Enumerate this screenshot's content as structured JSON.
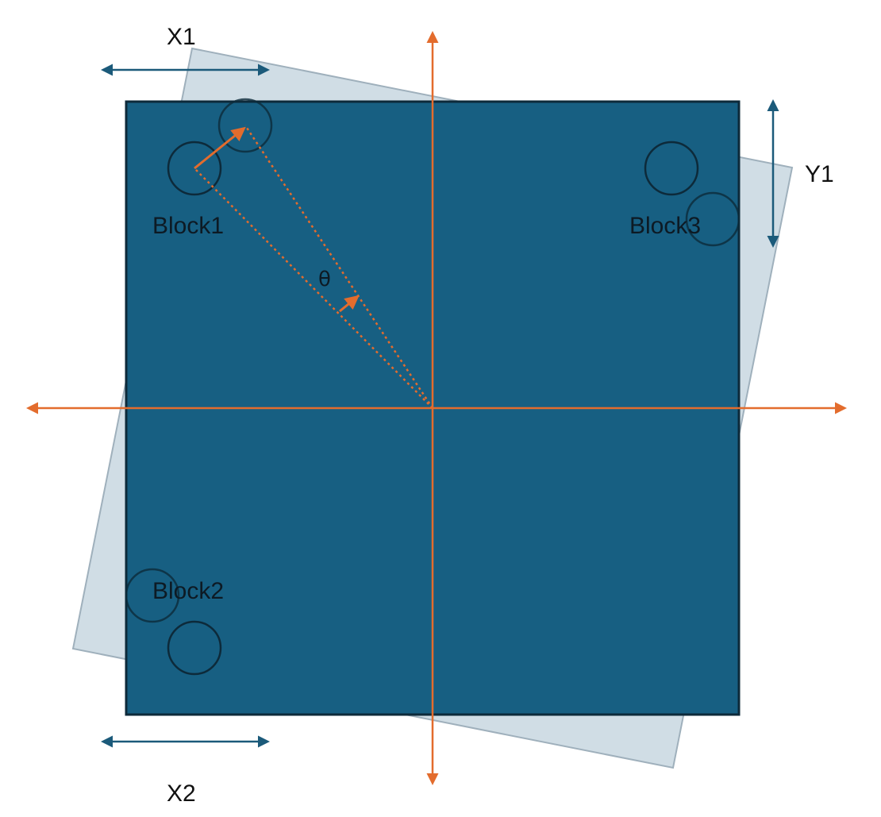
{
  "labels": {
    "x1": "X1",
    "x2": "X2",
    "y1": "Y1",
    "block1": "Block1",
    "block2": "Block2",
    "block3": "Block3",
    "theta": "θ"
  },
  "colors": {
    "plate": "#175f82",
    "plate_border": "#0d2a3a",
    "rotated_plate_fill": "#c8d7e0",
    "rotated_plate_border": "#9fb0bc",
    "axis": "#e36c2d",
    "dimension_arrow": "#1b5a7a",
    "circle_stroke": "#0d2a3a",
    "text": "#111111"
  },
  "icons": {
    "axes": "orange-crosshair-arrows",
    "rotation": "orange-rotation-arrow",
    "dimension": "double-headed-arrow"
  }
}
